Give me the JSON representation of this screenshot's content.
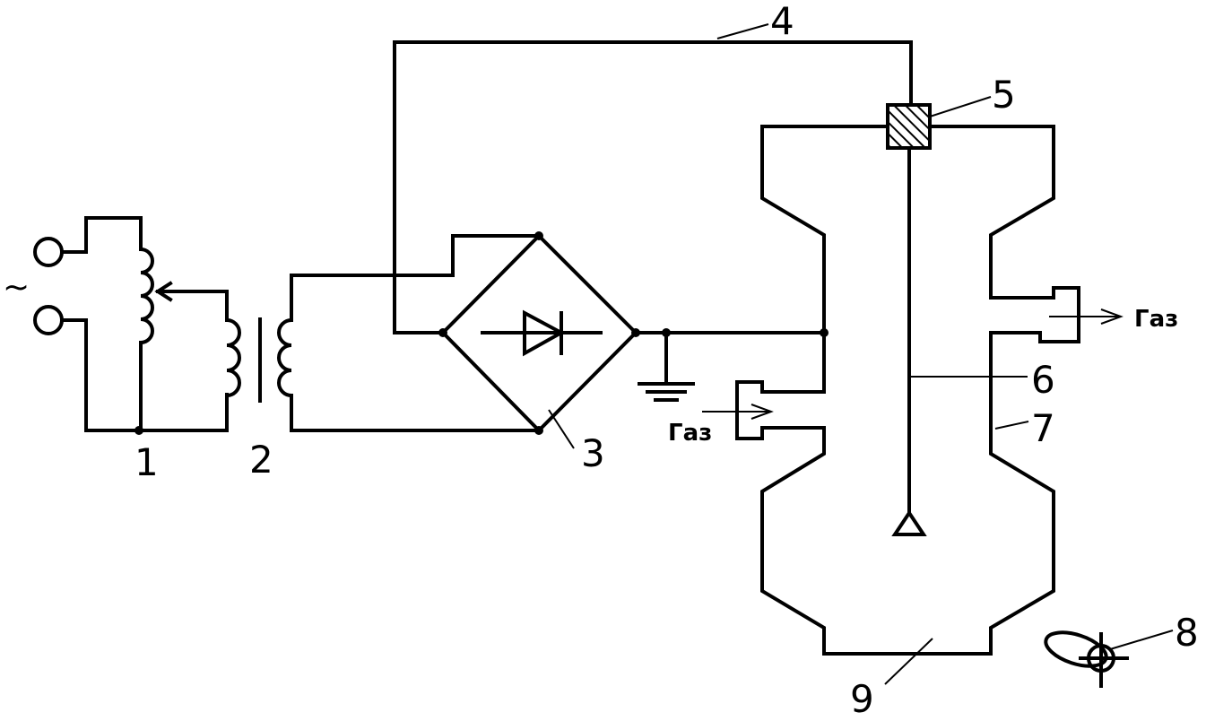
{
  "labels": {
    "ac_symbol": "~",
    "n1": "1",
    "n2": "2",
    "n3": "3",
    "n4": "4",
    "n5": "5",
    "n6": "6",
    "n7": "7",
    "n8": "8",
    "n9": "9",
    "gas_in": "Газ",
    "gas_out": "Газ"
  }
}
